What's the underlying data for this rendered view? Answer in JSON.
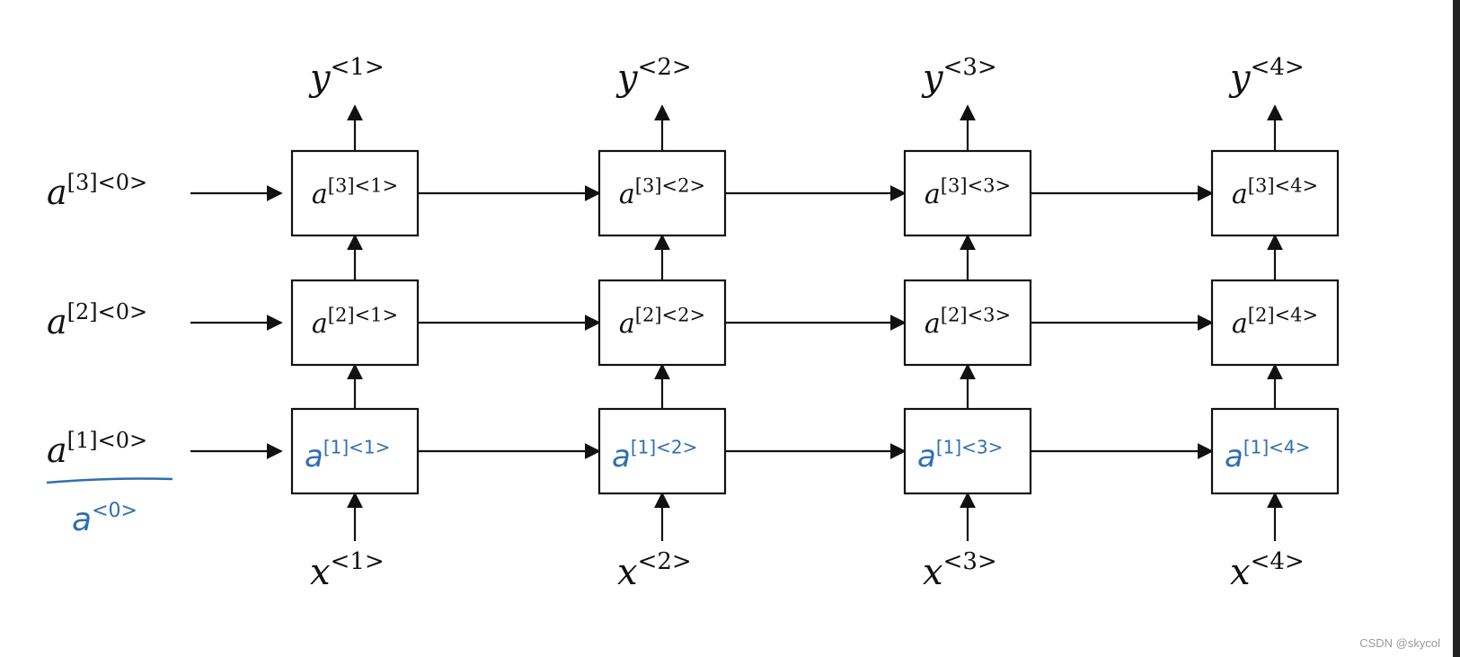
{
  "diagram": {
    "title": "",
    "columns": [
      {
        "y_label": "y<1>",
        "x_label": "x<1>",
        "cells": {
          "layer3": "a[3]<1>",
          "layer2": "a[2]<1>",
          "layer1": "a[1]<1>"
        }
      },
      {
        "y_label": "y<2>",
        "x_label": "x<2>",
        "cells": {
          "layer3": "a[3]<2>",
          "layer2": "a[2]<2>",
          "layer1": "a[1]<2>"
        }
      },
      {
        "y_label": "y<3>",
        "x_label": "x<3>",
        "cells": {
          "layer3": "a[3]<3>",
          "layer2": "a[2]<3>",
          "layer1": "a[1]<3>"
        }
      },
      {
        "y_label": "y<4>",
        "x_label": "x<4>",
        "cells": {
          "layer3": "a[3]<4>",
          "layer2": "a[2]<4>",
          "layer1": "a[1]<4>"
        }
      }
    ],
    "initial_states": {
      "layer3": "a[3]<0>",
      "layer2": "a[2]<0>",
      "layer1": "a[1]<0>",
      "handwritten_note": "a<0>"
    },
    "colors": {
      "ink": "#111111",
      "handwriting": "#2f6fb0"
    }
  },
  "watermark": "CSDN @skycol"
}
